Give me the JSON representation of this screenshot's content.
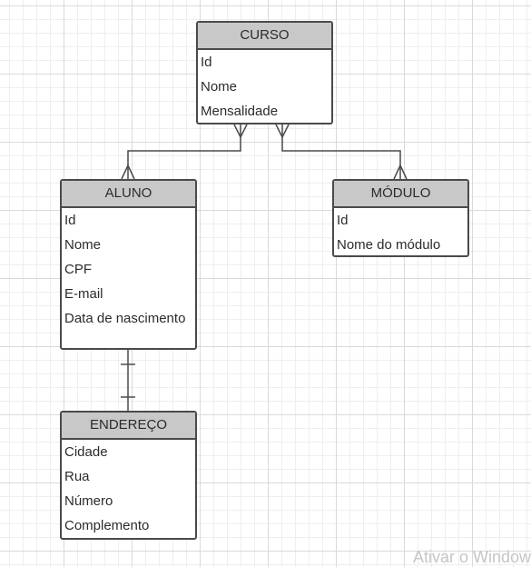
{
  "diagram": {
    "entities": {
      "curso": {
        "title": "CURSO",
        "fields": [
          "Id",
          "Nome",
          "Mensalidade"
        ]
      },
      "aluno": {
        "title": "ALUNO",
        "fields": [
          "Id",
          "Nome",
          "CPF",
          "E-mail",
          "Data de nascimento"
        ]
      },
      "modulo": {
        "title": "MÓDULO",
        "fields": [
          "Id",
          "Nome do módulo"
        ]
      },
      "endereco": {
        "title": "ENDEREÇO",
        "fields": [
          "Cidade",
          "Rua",
          "Número",
          "Complemento"
        ]
      }
    },
    "relationships": [
      {
        "from": "curso",
        "to": "aluno",
        "from_end": "many",
        "to_end": "many"
      },
      {
        "from": "curso",
        "to": "modulo",
        "from_end": "many",
        "to_end": "many"
      },
      {
        "from": "aluno",
        "to": "endereco",
        "from_end": "one",
        "to_end": "one"
      }
    ]
  },
  "watermark": "Ativar o Windows",
  "colors": {
    "header_fill": "#c8c8c8",
    "border": "#4a4a4a",
    "grid": "#d7dadd"
  }
}
